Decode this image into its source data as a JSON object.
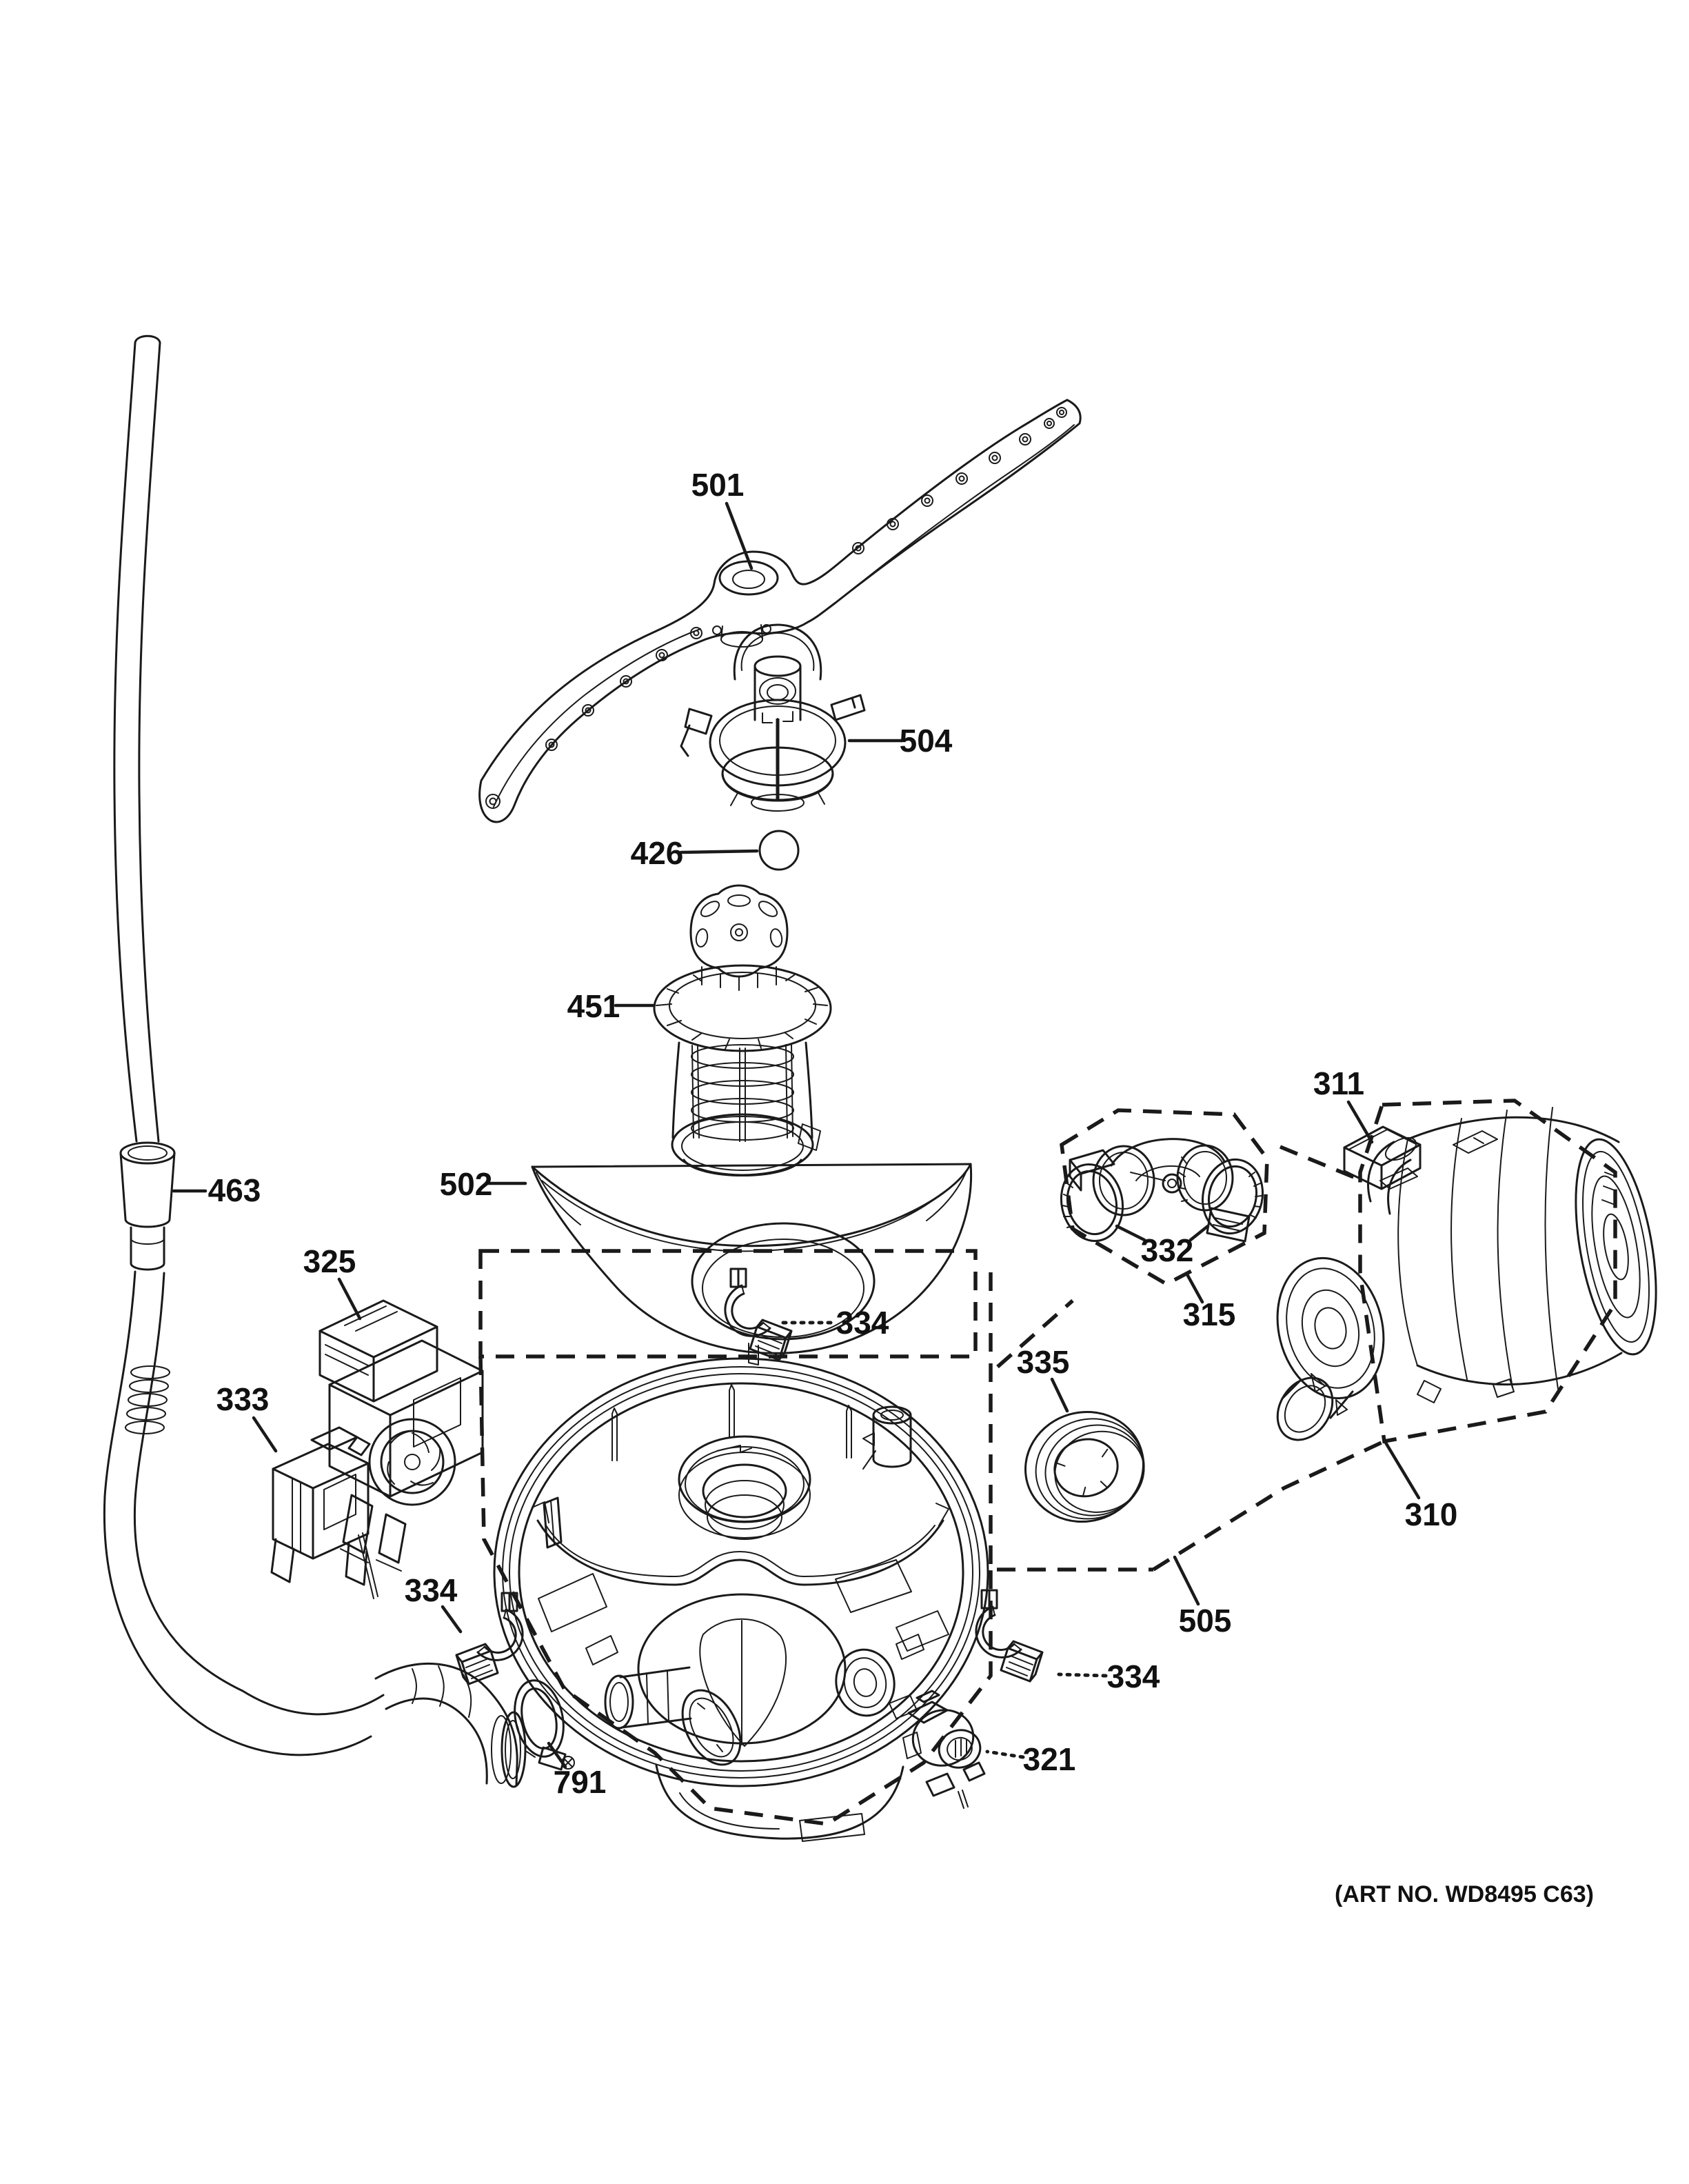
{
  "figure": {
    "art_no": "(ART NO. WD8495 C63)"
  },
  "callouts": [
    {
      "label": "501",
      "part": "lower-spray-arm"
    },
    {
      "label": "504",
      "part": "spray-arm-support-hub"
    },
    {
      "label": "426",
      "part": "check-ball"
    },
    {
      "label": "451",
      "part": "fine-filter-assembly"
    },
    {
      "label": "502",
      "part": "filter-cone-deflector"
    },
    {
      "label": "463",
      "part": "drain-hose"
    },
    {
      "label": "325",
      "part": "drain-pump"
    },
    {
      "label": "333",
      "part": "float-switch"
    },
    {
      "label": "334",
      "part": "clamp-top"
    },
    {
      "label": "311",
      "part": "motor-capacitor"
    },
    {
      "label": "332",
      "part": "elbow-hose"
    },
    {
      "label": "315",
      "part": "elbow-hose-with-clamps-group"
    },
    {
      "label": "335",
      "part": "pump-seal"
    },
    {
      "label": "310",
      "part": "circulation-pump-motor-group"
    },
    {
      "label": "505",
      "part": "sump-assembly-group"
    },
    {
      "label": "334",
      "part": "clamp-left"
    },
    {
      "label": "334",
      "part": "clamp-right"
    },
    {
      "label": "321",
      "part": "turbidity-sensor"
    },
    {
      "label": "791",
      "part": "screw-hose-clamp"
    }
  ]
}
